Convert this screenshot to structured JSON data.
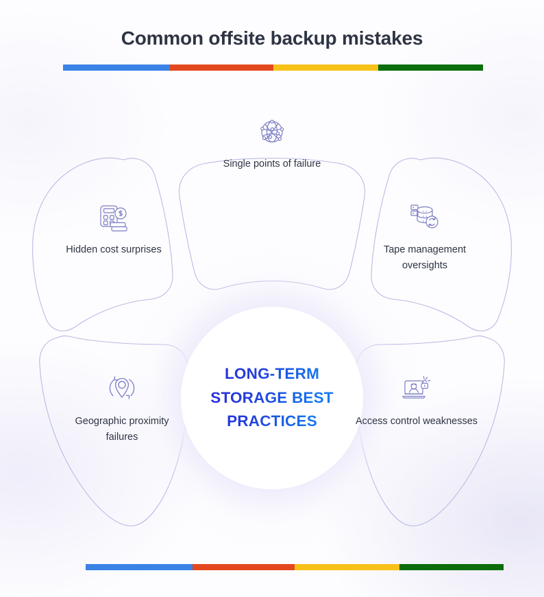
{
  "header": {
    "title": "Common offsite backup mistakes"
  },
  "accent_bar": {
    "segments": [
      {
        "name": "blue",
        "color": "#3b82e6",
        "flex": 25.5
      },
      {
        "name": "red",
        "color": "#e4481f",
        "flex": 24.5
      },
      {
        "name": "yellow",
        "color": "#f7c119",
        "flex": 25.0
      },
      {
        "name": "green",
        "color": "#0b6d0b",
        "flex": 25.0
      }
    ]
  },
  "center": {
    "title": "LONG-TERM STORAGE BEST PRACTICES",
    "gradient_start": "#2a27d6",
    "gradient_end": "#1b82f5"
  },
  "diagram": {
    "stroke_color": "#b9bae4",
    "petals": [
      {
        "id": "top",
        "label": "Single points of failure",
        "icon": "network-globe-icon"
      },
      {
        "id": "left",
        "label": "Hidden cost surprises",
        "icon": "calculator-money-icon"
      },
      {
        "id": "right",
        "label": "Tape management oversights",
        "icon": "database-refresh-icon"
      },
      {
        "id": "bottom-left",
        "label": "Geographic proximity failures",
        "icon": "location-pin-rotate-icon"
      },
      {
        "id": "bottom-right",
        "label": "Access control weaknesses",
        "icon": "laptop-user-unlock-icon"
      }
    ]
  }
}
